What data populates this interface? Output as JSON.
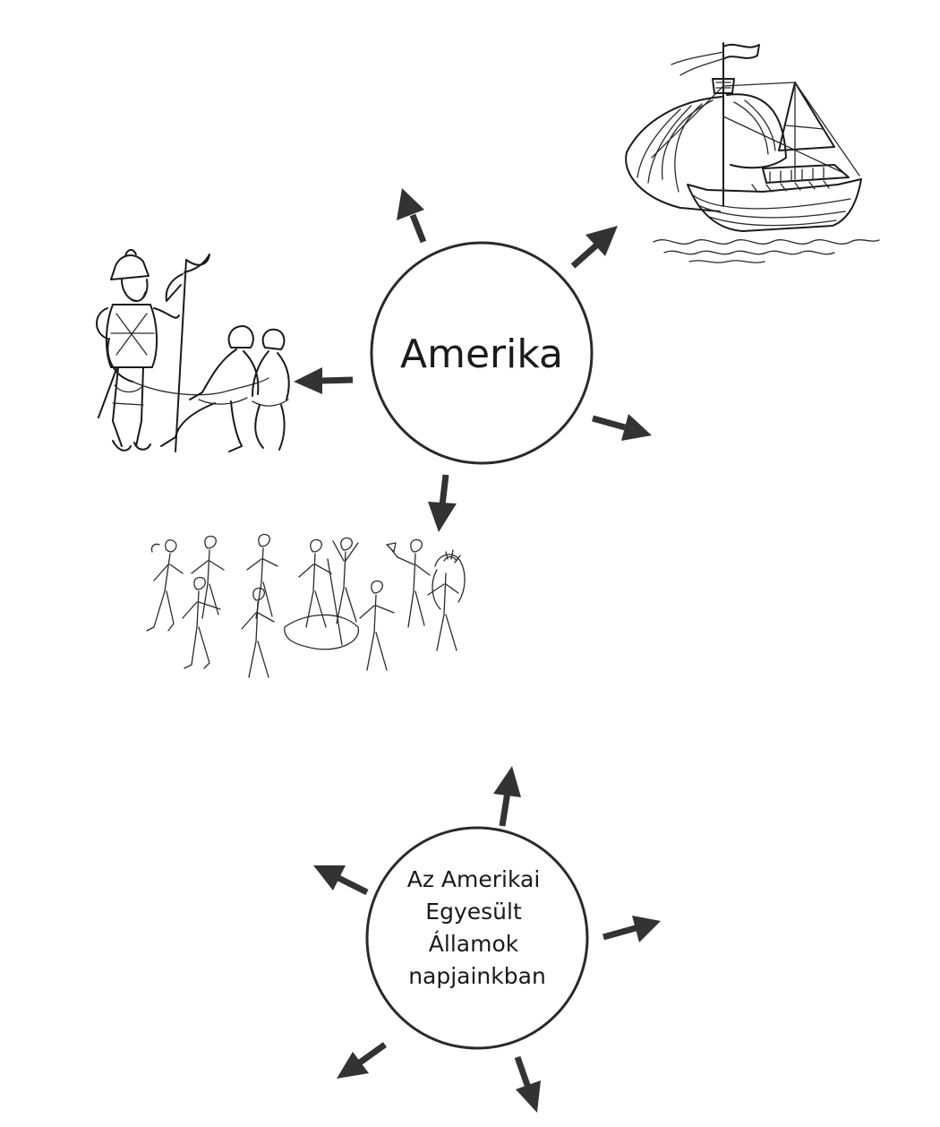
{
  "hubs": {
    "amerika": {
      "label": "Amerika"
    },
    "usa_today": {
      "lines": [
        "Az Amerikai",
        "Egyesült",
        "Államok",
        "napjainkban"
      ]
    }
  },
  "illustrations": {
    "top_right": "sailing-ship-icon",
    "left": "conquistador-with-captives-icon",
    "bottom": "native-dance-icon"
  }
}
